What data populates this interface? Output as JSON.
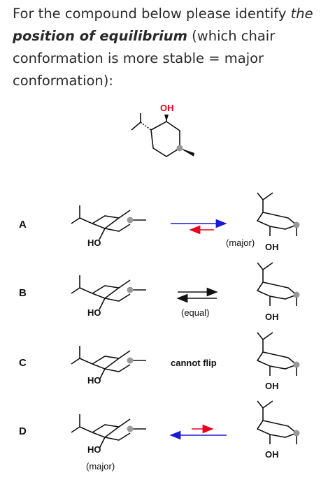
{
  "question": {
    "p1": "For the compound below please identify ",
    "p2": "the",
    "p3": "position of equilibrium",
    "p4": " (which chair conformation is more stable = major conformation):"
  },
  "compound": {
    "oh_label": "OH"
  },
  "options": [
    {
      "letter": "A",
      "left_label": "HO",
      "right_label": "OH",
      "middle_text": "",
      "right_note": "(major)",
      "left_note": ""
    },
    {
      "letter": "B",
      "left_label": "HO",
      "right_label": "OH",
      "middle_text": "(equal)",
      "right_note": "",
      "left_note": ""
    },
    {
      "letter": "C",
      "left_label": "HO",
      "right_label": "OH",
      "middle_text": "cannot flip",
      "right_note": "",
      "left_note": ""
    },
    {
      "letter": "D",
      "left_label": "HO",
      "right_label": "OH",
      "middle_text": "",
      "right_note": "",
      "left_note": "(major)"
    }
  ],
  "colors": {
    "oh_red": "#e8001c",
    "arrow_blue": "#1a1ad6",
    "arrow_red": "#e8001c",
    "methyl_dot": "#999999"
  }
}
